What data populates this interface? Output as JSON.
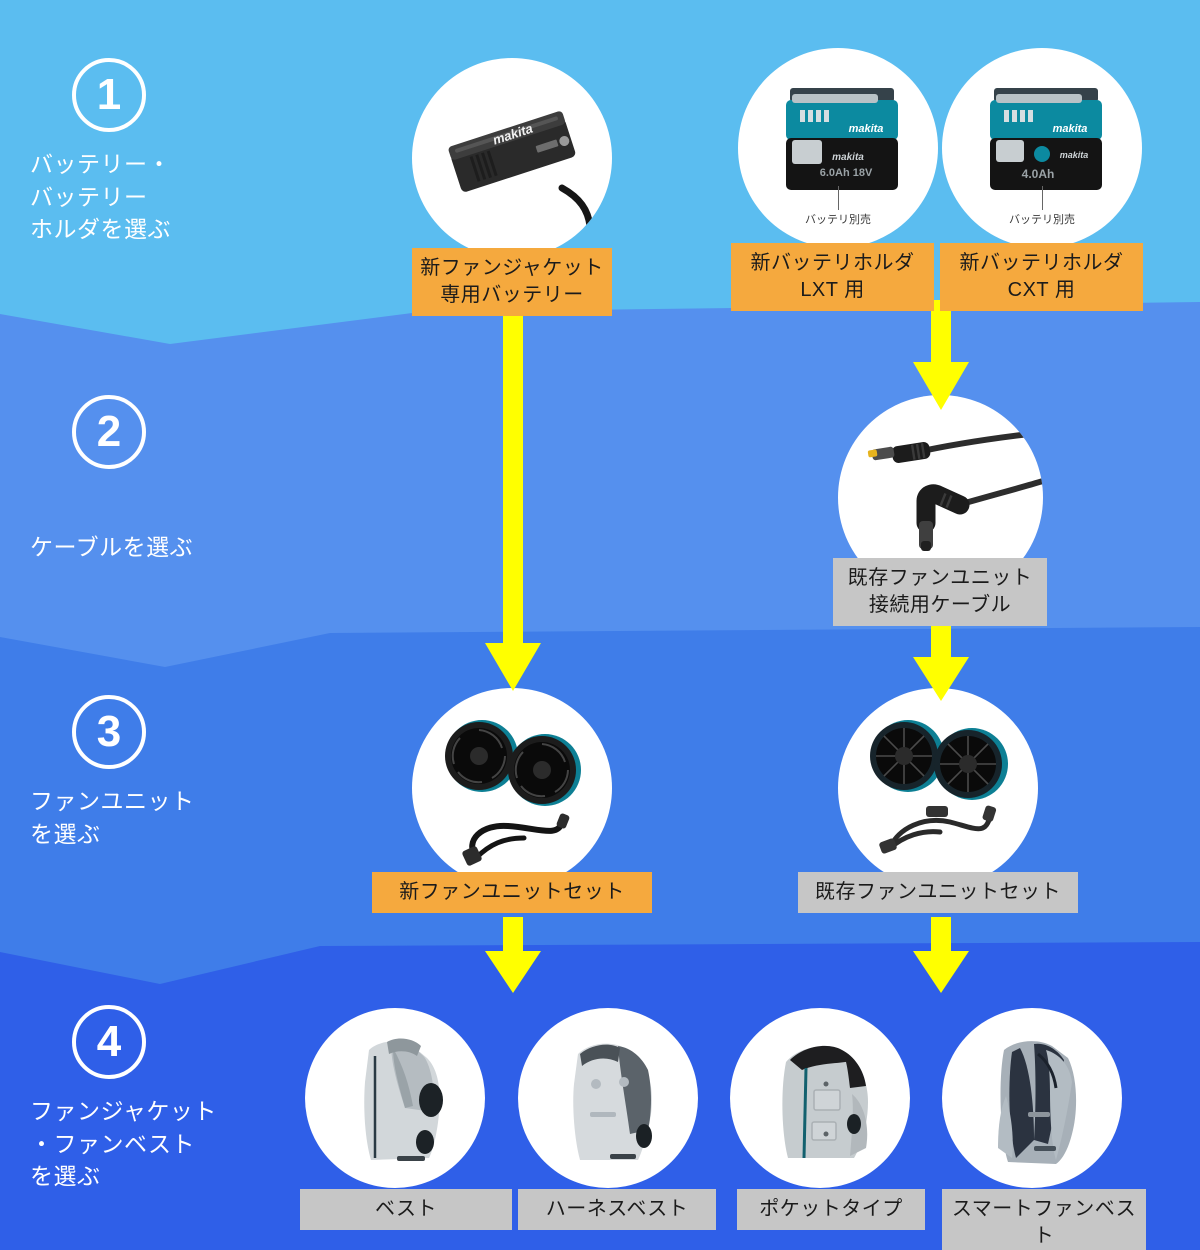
{
  "steps": [
    {
      "number": "①",
      "caption": "バッテリー・\nバッテリー\nホルダを選ぶ",
      "bg": "#5bbdf0"
    },
    {
      "number": "②",
      "caption": "ケーブルを選ぶ",
      "bg": "#5590ee"
    },
    {
      "number": "③",
      "caption": "ファンユニット\nを選ぶ",
      "bg": "#3f7de9"
    },
    {
      "number": "④",
      "caption": "ファンジャケット\n・ファンベスト\nを選ぶ",
      "bg": "#2f5fe8"
    }
  ],
  "step1": {
    "battery": {
      "label": "新ファンジャケット\n専用バッテリー",
      "label_style": "orange"
    },
    "holder_lxt": {
      "label": "新バッテリホルダ\nLXT 用",
      "label_style": "orange",
      "note": "バッテリ別売"
    },
    "holder_cxt": {
      "label": "新バッテリホルダ\nCXT 用",
      "label_style": "orange",
      "note": "バッテリ別売"
    }
  },
  "step2": {
    "cable": {
      "label": "既存ファンユニット\n接続用ケーブル",
      "label_style": "gray"
    }
  },
  "step3": {
    "new_fan_set": {
      "label": "新ファンユニットセット",
      "label_style": "orange"
    },
    "existing_fan_set": {
      "label": "既存ファンユニットセット",
      "label_style": "gray"
    }
  },
  "step4": {
    "items": [
      {
        "label": "ベスト",
        "label_style": "gray"
      },
      {
        "label": "ハーネスベスト",
        "label_style": "gray"
      },
      {
        "label": "ポケットタイプ",
        "label_style": "gray"
      },
      {
        "label": "スマートファンベスト",
        "label_style": "gray"
      }
    ]
  },
  "colors": {
    "arrow_yellow": "#ffff00",
    "label_orange": "#f5a93e",
    "label_gray": "#c6c6c6",
    "circle_white": "#ffffff",
    "band1": "#5bbdf0",
    "band2": "#5590ee",
    "band3": "#3f7de9",
    "band4": "#2f5fe8"
  }
}
